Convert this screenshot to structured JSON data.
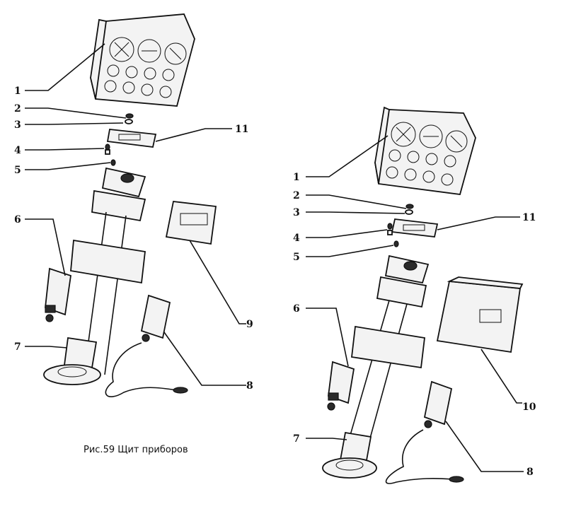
{
  "caption": "Рис.59 Щит приборов",
  "left_assembly": {
    "labels": [
      "1",
      "2",
      "3",
      "4",
      "5",
      "6",
      "7",
      "8",
      "9",
      "11"
    ]
  },
  "right_assembly": {
    "labels": [
      "1",
      "2",
      "3",
      "4",
      "5",
      "6",
      "7",
      "8",
      "10",
      "11"
    ]
  }
}
